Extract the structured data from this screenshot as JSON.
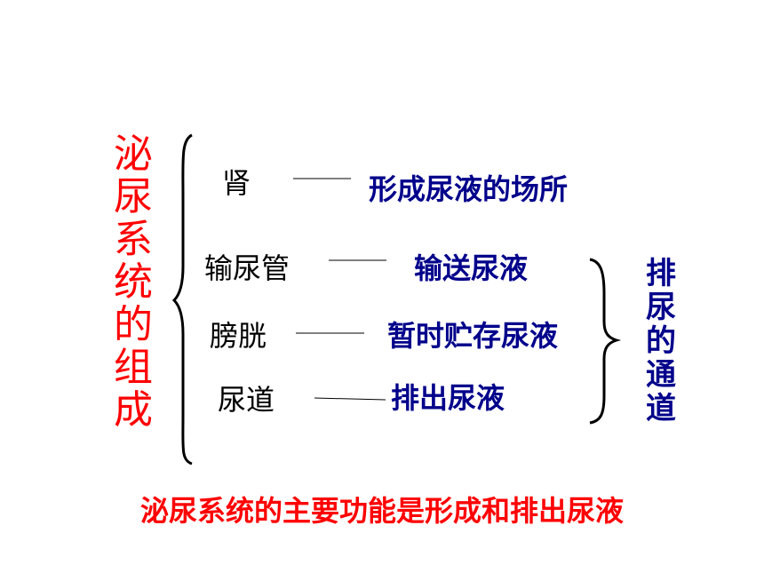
{
  "title_vertical": "泌尿系统的组成",
  "organs": [
    {
      "name": "肾",
      "function": "形成尿液的场所"
    },
    {
      "name": "输尿管",
      "function": "输送尿液"
    },
    {
      "name": "膀胱",
      "function": "暂时贮存尿液"
    },
    {
      "name": "尿道",
      "function": "排出尿液"
    }
  ],
  "bracket_label": "排尿的通道",
  "summary": "泌尿系统的主要功能是形成和排出尿液"
}
